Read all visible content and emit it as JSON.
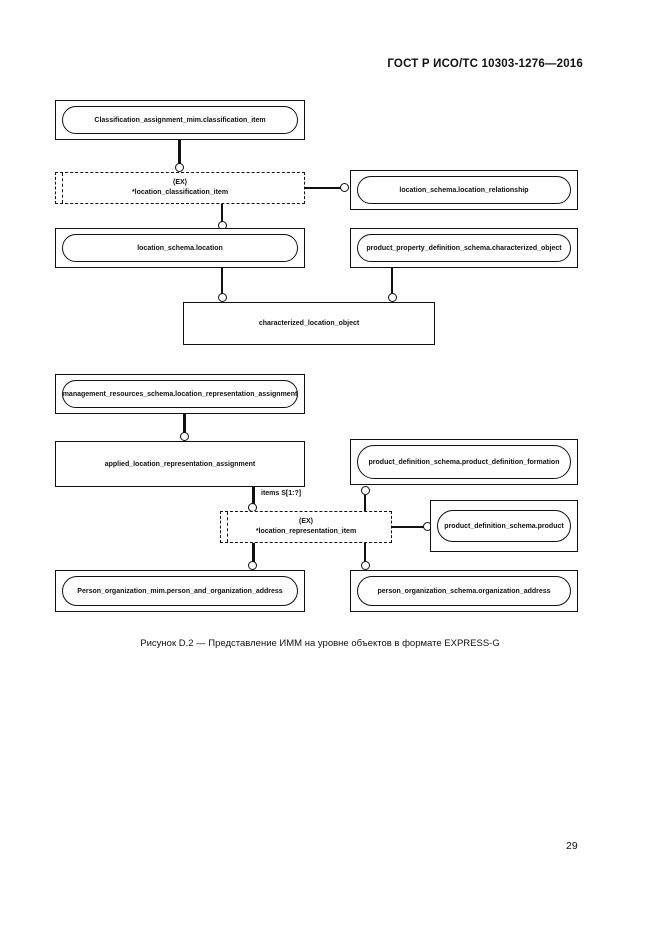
{
  "document": {
    "header": "ГОСТ Р ИСО/ТС 10303-1276—2016",
    "caption": "Рисунок D.2 — Представление ИММ на уровне объектов в формате EXPRESS-G",
    "page_number": "29"
  },
  "colors": {
    "ink": "#111111",
    "paper": "#ffffff"
  },
  "diagram": {
    "notation": "EXPRESS-G",
    "nodes": {
      "classification_assignment": {
        "label": "Classification_assignment_mim.classification_item",
        "kind": "interschema-reference"
      },
      "location_classification_item": {
        "tag": "(EX)",
        "label": "*location_classification_item",
        "kind": "select-type"
      },
      "location_relationship": {
        "label": "location_schema.location_relationship",
        "kind": "interschema-reference"
      },
      "location": {
        "label": "location_schema.location",
        "kind": "interschema-reference"
      },
      "characterized_object": {
        "label": "product_property_definition_schema.characterized_object",
        "kind": "interschema-reference"
      },
      "characterized_location_object": {
        "label": "characterized_location_object",
        "kind": "entity"
      },
      "location_representation_assignment": {
        "label": "management_resources_schema.location_representation_assignment",
        "kind": "interschema-reference"
      },
      "applied_location_representation_assignment": {
        "label": "applied_location_representation_assignment",
        "kind": "entity"
      },
      "product_definition_formation": {
        "label": "product_definition_schema.product_definition_formation",
        "kind": "interschema-reference"
      },
      "location_representation_item": {
        "tag": "(EX)",
        "label": "*location_representation_item",
        "kind": "select-type"
      },
      "product": {
        "label": "product_definition_schema.product",
        "kind": "interschema-reference"
      },
      "person_and_organization_address": {
        "label": "Person_organization_mim.person_and_organization_address",
        "kind": "interschema-reference"
      },
      "organization_address": {
        "label": "person_organization_schema.organization_address",
        "kind": "interschema-reference"
      }
    },
    "edge_labels": {
      "items": "items S[1:?]"
    }
  }
}
